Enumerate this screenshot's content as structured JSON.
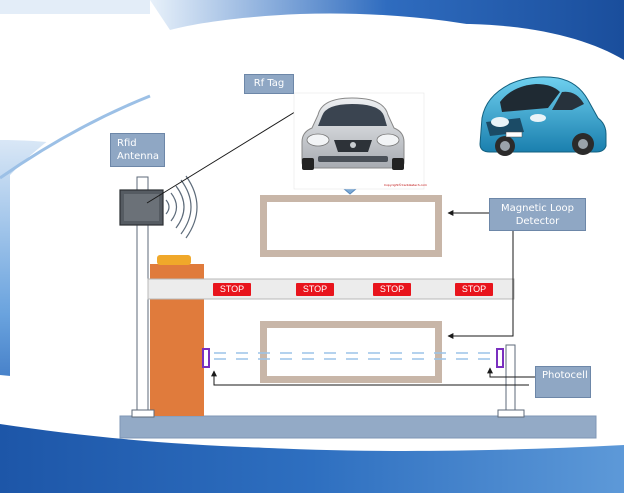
{
  "labels": {
    "rf_tag": "Rf Tag",
    "rfid_antenna": "Rfid\nAntenna",
    "magnetic_loop_detector": "Magnetic  Loop\nDetector",
    "photocell": "Photocell"
  },
  "barrier": {
    "stop_signs": [
      "STOP",
      "STOP",
      "STOP",
      "STOP"
    ]
  },
  "car_image": {
    "copyright_text": "Copyright©Carbiketech.com"
  },
  "colors": {
    "label_fill": "#8fa7c4",
    "background_blue": "#2e6fc0",
    "barrier_cabinet": "#e07b3c",
    "barrier_light": "#f0a82a",
    "ground": "#93aac6",
    "loop_border": "#c8b6a8",
    "stop_red": "#e8141c",
    "photocell_purple": "#7a2fbf",
    "beam": "#9bc4e8",
    "car_blue": "#2fa8d4",
    "car_silver": "#c9ccd0"
  },
  "icons": [
    "wireless-waves-icon",
    "down-arrow-icon",
    "car-front-icon",
    "car-blue-icon"
  ]
}
